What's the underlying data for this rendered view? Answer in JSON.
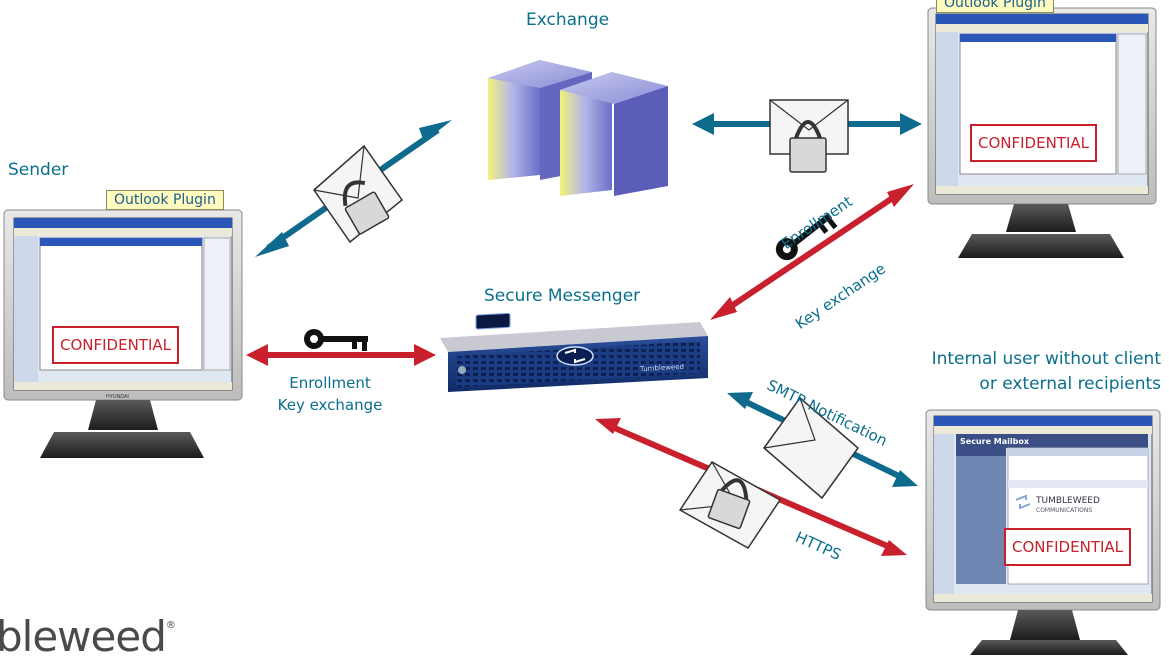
{
  "labels": {
    "exchange": "Exchange",
    "sender": "Sender",
    "secure_messenger": "Secure Messenger",
    "internal_user_line1": "Internal user without client",
    "internal_user_line2": "or external recipients",
    "enrollment_left_line1": "Enrollment",
    "enrollment_left_line2": "Key exchange",
    "enrollment_right_line1": "Enrollment",
    "enrollment_right_line2": "Key exchange",
    "smtp_notification": "SMTP Notification",
    "https": "HTTPS"
  },
  "outlook_plugin_left": "Outlook Plugin",
  "outlook_plugin_right": "Outlook Plugin",
  "confidential_left": "CONFIDENTIAL",
  "confidential_right": "CONFIDENTIAL",
  "confidential_bottom": "CONFIDENTIAL",
  "secure_mailbox": {
    "title": "Secure Mailbox",
    "company_line1": "TUMBLEWEED",
    "company_line2": "COMMUNICATIONS"
  },
  "appliance_brand": "Tumbleweed",
  "monitor_brand": "HYUNDAI",
  "logo_text": "bleweed",
  "colors": {
    "label_teal": "#0a6f8c",
    "arrow_teal": "#0f6b8e",
    "arrow_red": "#c8202c",
    "confidential_red": "#c91f2b",
    "plugin_tag_bg": "#fffbc0"
  }
}
